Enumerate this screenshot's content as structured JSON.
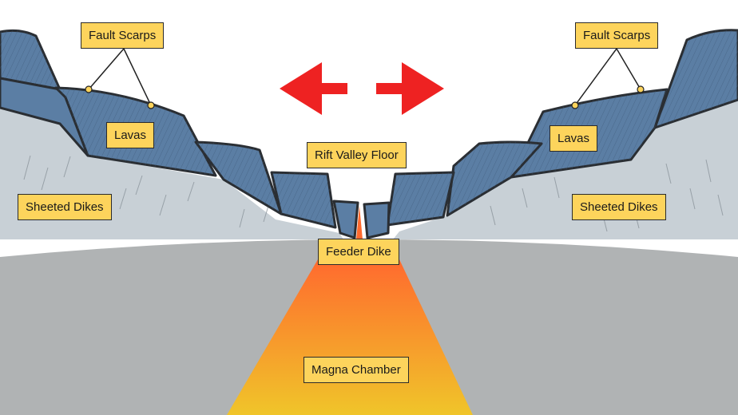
{
  "labels": {
    "fault_scarps_left": "Fault Scarps",
    "fault_scarps_right": "Fault Scarps",
    "lavas_left": "Lavas",
    "lavas_right": "Lavas",
    "rift_valley_floor": "Rift Valley Floor",
    "sheeted_dikes_left": "Sheeted Dikes",
    "sheeted_dikes_right": "Sheeted Dikes",
    "feeder_dike": "Feeder Dike",
    "magma_chamber": "Magna Chamber"
  },
  "arrows": [
    "arrow-left-icon",
    "arrow-right-icon"
  ],
  "colors": {
    "lava_layer": "#5b7ea4",
    "dike_layer": "#c8d0d6",
    "ground": "#b0b3b4",
    "magma_top": "#ff6a2e",
    "magma_bottom": "#f0c52a",
    "arrow": "#ee2222",
    "label_bg": "#fdd45c"
  }
}
